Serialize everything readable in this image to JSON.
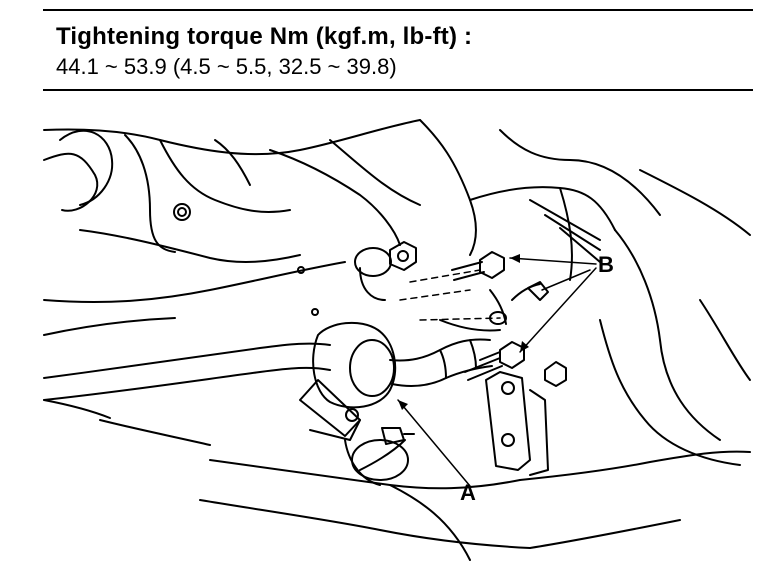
{
  "spec": {
    "title": "Tightening torque Nm (kgf.m, lb-ft) :",
    "value": "44.1 ~ 53.9 (4.5 ~ 5.5, 32.5 ~ 39.8)"
  },
  "callouts": {
    "a": "A",
    "b": "B"
  },
  "colors": {
    "ink": "#000000",
    "paper": "#ffffff"
  }
}
